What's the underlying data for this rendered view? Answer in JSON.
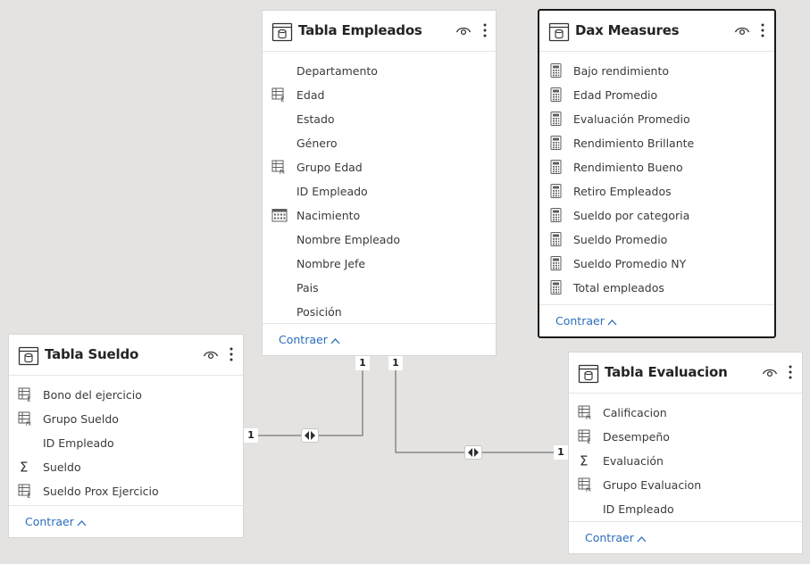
{
  "tables": {
    "empleados": {
      "title": "Tabla Empleados",
      "fields": [
        {
          "label": "Departamento",
          "icon": "none"
        },
        {
          "label": "Edad",
          "icon": "sigma-column-icon"
        },
        {
          "label": "Estado",
          "icon": "none"
        },
        {
          "label": "Género",
          "icon": "none"
        },
        {
          "label": "Grupo Edad",
          "icon": "calculated-column-icon"
        },
        {
          "label": "ID Empleado",
          "icon": "none"
        },
        {
          "label": "Nacimiento",
          "icon": "calendar-icon"
        },
        {
          "label": "Nombre Empleado",
          "icon": "none"
        },
        {
          "label": "Nombre Jefe",
          "icon": "none"
        },
        {
          "label": "Pais",
          "icon": "none"
        },
        {
          "label": "Posición",
          "icon": "none"
        }
      ],
      "collapse_label": "Contraer"
    },
    "dax": {
      "title": "Dax Measures",
      "fields": [
        {
          "label": "Bajo rendimiento",
          "icon": "measure-calculator-icon"
        },
        {
          "label": "Edad Promedio",
          "icon": "measure-calculator-icon"
        },
        {
          "label": "Evaluación Promedio",
          "icon": "measure-calculator-icon"
        },
        {
          "label": "Rendimiento Brillante",
          "icon": "measure-calculator-icon"
        },
        {
          "label": "Rendimiento Bueno",
          "icon": "measure-calculator-icon"
        },
        {
          "label": "Retiro Empleados",
          "icon": "measure-calculator-icon"
        },
        {
          "label": "Sueldo por categoria",
          "icon": "measure-calculator-icon"
        },
        {
          "label": "Sueldo Promedio",
          "icon": "measure-calculator-icon"
        },
        {
          "label": "Sueldo Promedio NY",
          "icon": "measure-calculator-icon"
        },
        {
          "label": "Total empleados",
          "icon": "measure-calculator-icon"
        }
      ],
      "collapse_label": "Contraer"
    },
    "sueldo": {
      "title": "Tabla Sueldo",
      "fields": [
        {
          "label": "Bono del ejercicio",
          "icon": "sigma-column-icon"
        },
        {
          "label": "Grupo Sueldo",
          "icon": "calculated-column-icon"
        },
        {
          "label": "ID Empleado",
          "icon": "none"
        },
        {
          "label": "Sueldo",
          "icon": "sigma-icon"
        },
        {
          "label": "Sueldo Prox Ejercicio",
          "icon": "sigma-column-icon"
        }
      ],
      "collapse_label": "Contraer"
    },
    "evaluacion": {
      "title": "Tabla Evaluacion",
      "fields": [
        {
          "label": "Calificacion",
          "icon": "calculated-column-icon"
        },
        {
          "label": "Desempeño",
          "icon": "sigma-column-icon"
        },
        {
          "label": "Evaluación",
          "icon": "sigma-icon"
        },
        {
          "label": "Grupo Evaluacion",
          "icon": "calculated-column-icon"
        },
        {
          "label": "ID Empleado",
          "icon": "none"
        }
      ],
      "collapse_label": "Contraer"
    }
  },
  "relationships": {
    "sueldo_empleados": {
      "from_cardinality": "1",
      "to_cardinality": "1",
      "direction": "bidirectional"
    },
    "empleados_evaluacion": {
      "from_cardinality": "1",
      "to_cardinality": "1",
      "direction": "bidirectional"
    }
  },
  "colors": {
    "canvas": "#e4e3e2",
    "card": "#ffffff",
    "link": "#2a6ebb",
    "line": "#8a8886",
    "selected_border": "#1b1a19"
  }
}
